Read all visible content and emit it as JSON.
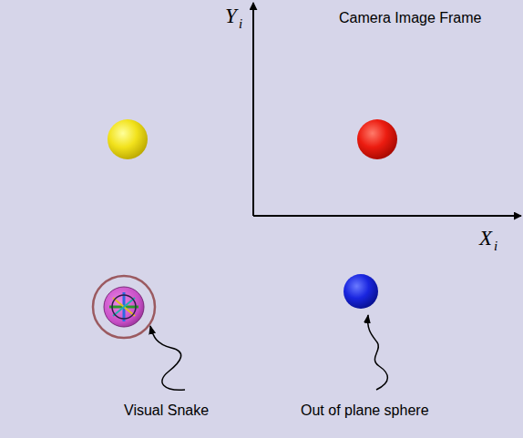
{
  "diagram": {
    "labels": [
      "Camera Image Frame",
      "Y",
      "i",
      "X",
      "i",
      "Visual Snake",
      "Out of plane sphere"
    ]
  }
}
